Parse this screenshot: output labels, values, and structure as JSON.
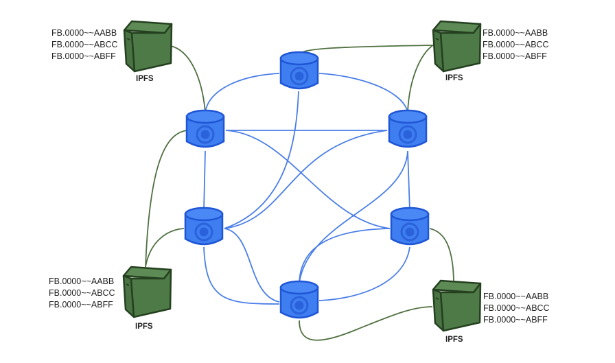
{
  "colors": {
    "node_fill": "#3f7ef0",
    "node_stroke": "#1f56d6",
    "node_top": "#4a88f5",
    "blue_link": "#4a7ee8",
    "green_link": "#4f7040",
    "storage_fill": "#4e7a48",
    "storage_stroke": "#24401f"
  },
  "nodes": [
    {
      "id": "n-top",
      "label": ""
    },
    {
      "id": "n-ul",
      "label": ""
    },
    {
      "id": "n-ur",
      "label": ""
    },
    {
      "id": "n-ll",
      "label": ""
    },
    {
      "id": "n-lr",
      "label": ""
    },
    {
      "id": "n-bottom",
      "label": ""
    }
  ],
  "storage": [
    {
      "id": "s-tl",
      "label": "IPFS",
      "hashes": [
        "FB.0000~~AABB",
        "FB.0000~~ABCC",
        "FB.0000~~ABFF"
      ]
    },
    {
      "id": "s-tr",
      "label": "IPFS",
      "hashes": [
        "FB.0000~~AABB",
        "FB.0000~~ABCC",
        "FB.0000~~ABFF"
      ]
    },
    {
      "id": "s-bl",
      "label": "IPFS",
      "hashes": [
        "FB.0000~~AABB",
        "FB.0000~~ABCC",
        "FB.0000~~ABFF"
      ]
    },
    {
      "id": "s-br",
      "label": "IPFS",
      "hashes": [
        "FB.0000~~AABB",
        "FB.0000~~ABCC",
        "FB.0000~~ABFF"
      ]
    }
  ],
  "blue_links": [
    [
      "n-top",
      "n-ul"
    ],
    [
      "n-top",
      "n-ur"
    ],
    [
      "n-top",
      "n-ll"
    ],
    [
      "n-ul",
      "n-ur"
    ],
    [
      "n-ul",
      "n-ll"
    ],
    [
      "n-ul",
      "n-lr"
    ],
    [
      "n-ur",
      "n-ll"
    ],
    [
      "n-ur",
      "n-lr"
    ],
    [
      "n-ur",
      "n-bottom"
    ],
    [
      "n-ll",
      "n-bottom"
    ],
    [
      "n-ll",
      "n-bottom"
    ],
    [
      "n-lr",
      "n-bottom"
    ]
  ],
  "green_links": [
    [
      "s-tl",
      "n-ul"
    ],
    [
      "s-tr",
      "n-top"
    ],
    [
      "s-tr",
      "n-ur"
    ],
    [
      "s-bl",
      "n-ul"
    ],
    [
      "s-bl",
      "n-ll"
    ],
    [
      "s-br",
      "n-lr"
    ],
    [
      "s-br",
      "n-bottom"
    ]
  ]
}
